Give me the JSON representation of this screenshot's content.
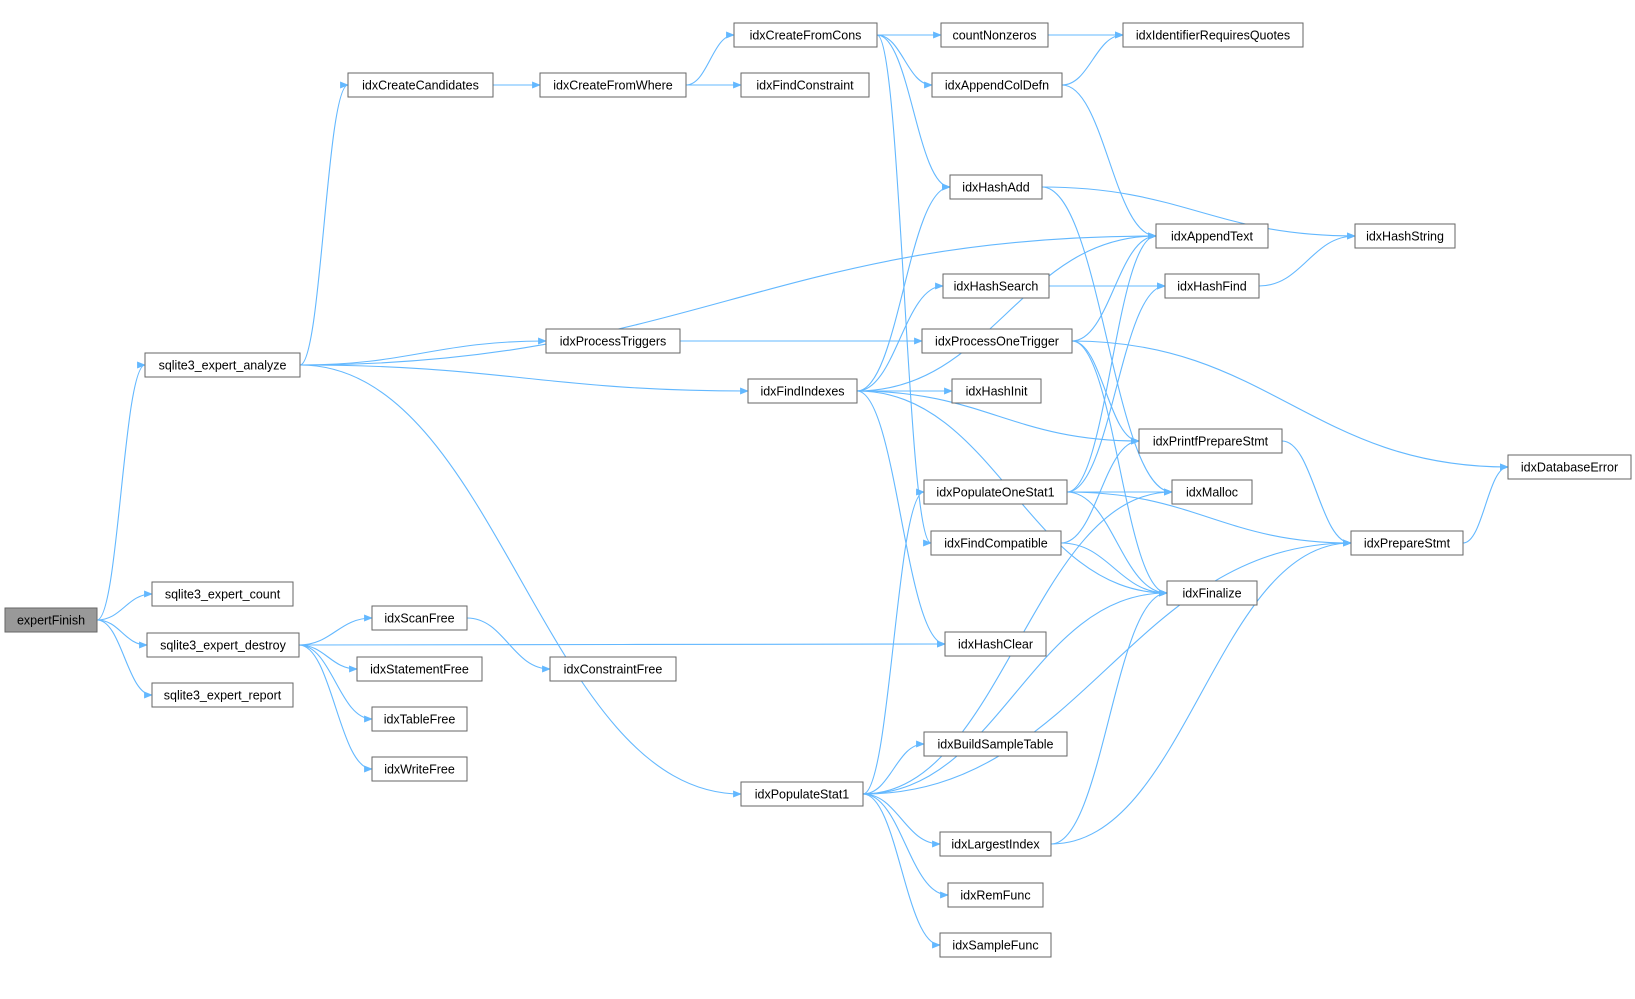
{
  "colors": {
    "edge": "#63b8ff",
    "node_border": "#666666",
    "root_fill": "#999999",
    "background": "#ffffff"
  },
  "nodes": {
    "expertFinish": "expertFinish",
    "sqlite3_expert_analyze": "sqlite3_expert_analyze",
    "sqlite3_expert_count": "sqlite3_expert_count",
    "sqlite3_expert_destroy": "sqlite3_expert_destroy",
    "sqlite3_expert_report": "sqlite3_expert_report",
    "idxCreateCandidates": "idxCreateCandidates",
    "idxCreateFromWhere": "idxCreateFromWhere",
    "idxCreateFromCons": "idxCreateFromCons",
    "idxFindConstraint": "idxFindConstraint",
    "countNonzeros": "countNonzeros",
    "idxIdentifierRequiresQuotes": "idxIdentifierRequiresQuotes",
    "idxAppendColDefn": "idxAppendColDefn",
    "idxHashAdd": "idxHashAdd",
    "idxAppendText": "idxAppendText",
    "idxHashString": "idxHashString",
    "idxHashSearch": "idxHashSearch",
    "idxHashFind": "idxHashFind",
    "idxProcessTriggers": "idxProcessTriggers",
    "idxProcessOneTrigger": "idxProcessOneTrigger",
    "idxFindIndexes": "idxFindIndexes",
    "idxHashInit": "idxHashInit",
    "idxPrintfPrepareStmt": "idxPrintfPrepareStmt",
    "idxDatabaseError": "idxDatabaseError",
    "idxPopulateOneStat1": "idxPopulateOneStat1",
    "idxMalloc": "idxMalloc",
    "idxFindCompatible": "idxFindCompatible",
    "idxPrepareStmt": "idxPrepareStmt",
    "idxFinalize": "idxFinalize",
    "idxHashClear": "idxHashClear",
    "idxScanFree": "idxScanFree",
    "idxStatementFree": "idxStatementFree",
    "idxConstraintFree": "idxConstraintFree",
    "idxTableFree": "idxTableFree",
    "idxWriteFree": "idxWriteFree",
    "idxBuildSampleTable": "idxBuildSampleTable",
    "idxPopulateStat1": "idxPopulateStat1",
    "idxLargestIndex": "idxLargestIndex",
    "idxRemFunc": "idxRemFunc",
    "idxSampleFunc": "idxSampleFunc"
  },
  "edges": [
    [
      "expertFinish",
      "sqlite3_expert_analyze"
    ],
    [
      "expertFinish",
      "sqlite3_expert_count"
    ],
    [
      "expertFinish",
      "sqlite3_expert_destroy"
    ],
    [
      "expertFinish",
      "sqlite3_expert_report"
    ],
    [
      "sqlite3_expert_analyze",
      "idxCreateCandidates"
    ],
    [
      "sqlite3_expert_analyze",
      "idxAppendText"
    ],
    [
      "sqlite3_expert_analyze",
      "idxProcessTriggers"
    ],
    [
      "sqlite3_expert_analyze",
      "idxFindIndexes"
    ],
    [
      "sqlite3_expert_analyze",
      "idxPopulateStat1"
    ],
    [
      "idxCreateCandidates",
      "idxCreateFromWhere"
    ],
    [
      "idxCreateFromWhere",
      "idxCreateFromCons"
    ],
    [
      "idxCreateFromWhere",
      "idxFindConstraint"
    ],
    [
      "idxCreateFromCons",
      "countNonzeros"
    ],
    [
      "idxCreateFromCons",
      "idxIdentifierRequiresQuotes"
    ],
    [
      "idxCreateFromCons",
      "idxAppendColDefn"
    ],
    [
      "idxCreateFromCons",
      "idxHashAdd"
    ],
    [
      "idxCreateFromCons",
      "idxFindCompatible"
    ],
    [
      "idxAppendColDefn",
      "idxIdentifierRequiresQuotes"
    ],
    [
      "idxAppendColDefn",
      "idxAppendText"
    ],
    [
      "idxHashAdd",
      "idxHashString"
    ],
    [
      "idxHashAdd",
      "idxMalloc"
    ],
    [
      "idxHashSearch",
      "idxHashFind"
    ],
    [
      "idxHashFind",
      "idxHashString"
    ],
    [
      "idxProcessTriggers",
      "idxProcessOneTrigger"
    ],
    [
      "idxProcessOneTrigger",
      "idxAppendText"
    ],
    [
      "idxProcessOneTrigger",
      "idxPrintfPrepareStmt"
    ],
    [
      "idxProcessOneTrigger",
      "idxDatabaseError"
    ],
    [
      "idxProcessOneTrigger",
      "idxFinalize"
    ],
    [
      "idxFindIndexes",
      "idxHashAdd"
    ],
    [
      "idxFindIndexes",
      "idxAppendText"
    ],
    [
      "idxFindIndexes",
      "idxHashSearch"
    ],
    [
      "idxFindIndexes",
      "idxHashInit"
    ],
    [
      "idxFindIndexes",
      "idxPrintfPrepareStmt"
    ],
    [
      "idxFindIndexes",
      "idxFinalize"
    ],
    [
      "idxFindIndexes",
      "idxHashClear"
    ],
    [
      "idxPrintfPrepareStmt",
      "idxPrepareStmt"
    ],
    [
      "idxPrepareStmt",
      "idxDatabaseError"
    ],
    [
      "idxPopulateOneStat1",
      "idxAppendText"
    ],
    [
      "idxPopulateOneStat1",
      "idxHashFind"
    ],
    [
      "idxPopulateOneStat1",
      "idxMalloc"
    ],
    [
      "idxPopulateOneStat1",
      "idxPrepareStmt"
    ],
    [
      "idxPopulateOneStat1",
      "idxFinalize"
    ],
    [
      "idxFindCompatible",
      "idxPrintfPrepareStmt"
    ],
    [
      "idxFindCompatible",
      "idxFinalize"
    ],
    [
      "sqlite3_expert_destroy",
      "idxHashClear"
    ],
    [
      "sqlite3_expert_destroy",
      "idxScanFree"
    ],
    [
      "sqlite3_expert_destroy",
      "idxStatementFree"
    ],
    [
      "sqlite3_expert_destroy",
      "idxTableFree"
    ],
    [
      "sqlite3_expert_destroy",
      "idxWriteFree"
    ],
    [
      "idxScanFree",
      "idxConstraintFree"
    ],
    [
      "idxPopulateStat1",
      "idxPopulateOneStat1"
    ],
    [
      "idxPopulateStat1",
      "idxMalloc"
    ],
    [
      "idxPopulateStat1",
      "idxBuildSampleTable"
    ],
    [
      "idxPopulateStat1",
      "idxFinalize"
    ],
    [
      "idxPopulateStat1",
      "idxLargestIndex"
    ],
    [
      "idxPopulateStat1",
      "idxRemFunc"
    ],
    [
      "idxPopulateStat1",
      "idxSampleFunc"
    ],
    [
      "idxPopulateStat1",
      "idxPrepareStmt"
    ],
    [
      "idxLargestIndex",
      "idxPrepareStmt"
    ],
    [
      "idxLargestIndex",
      "idxFinalize"
    ]
  ]
}
